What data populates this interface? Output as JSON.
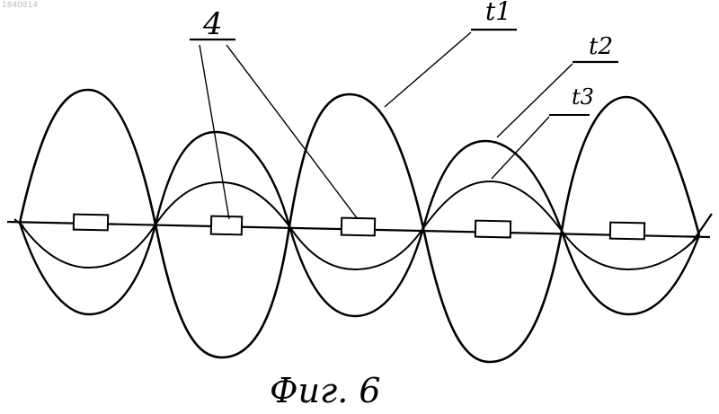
{
  "document_number": "1840814",
  "figure_caption": "Фиг. 6",
  "labels": {
    "element": "4",
    "t1": "t1",
    "t2": "t2",
    "t3": "t3"
  },
  "colors": {
    "ink": "#000000",
    "paper": "#ffffff",
    "faint": "#bdbdbd"
  },
  "elements_count": 5
}
